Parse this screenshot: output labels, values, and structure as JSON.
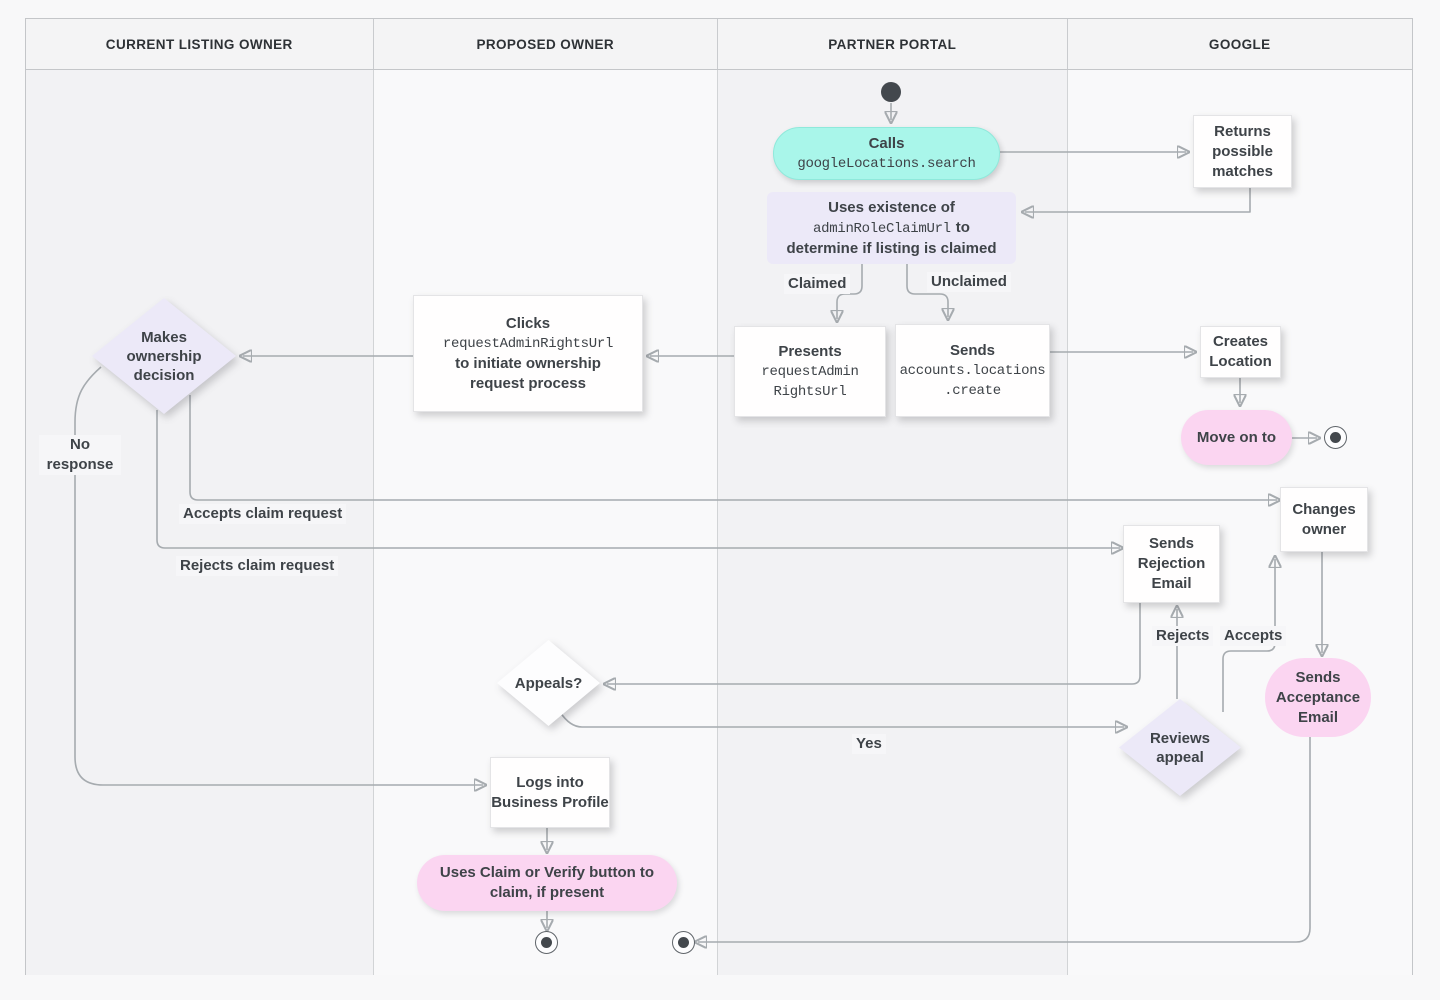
{
  "lanes": [
    {
      "label": "CURRENT LISTING OWNER"
    },
    {
      "label": "PROPOSED OWNER"
    },
    {
      "label": "PARTNER PORTAL"
    },
    {
      "label": "GOOGLE"
    }
  ],
  "colors": {
    "teal": "#a9f6ea",
    "purple": "#ece9f8",
    "pink": "#fbd5f1",
    "line": "#a6abaf",
    "arrow": "#84898e",
    "text": "#3e4348"
  },
  "nodes": {
    "calls": {
      "title": "Calls",
      "code": "googleLocations.search"
    },
    "returns": {
      "text": "Returns possible matches"
    },
    "uses": {
      "line1": "Uses existence of",
      "code": "adminRoleClaimUrl",
      "after_code": "to",
      "line3": "determine if listing is claimed"
    },
    "presents": {
      "title": "Presents",
      "code1": "requestAdmin",
      "code2": "RightsUrl"
    },
    "sends_create": {
      "title": "Sends",
      "code1": "accounts.locations",
      "code2": ".create"
    },
    "clicks": {
      "title": "Clicks",
      "code": "requestAdminRightsUrl",
      "line2": "to initiate ownership",
      "line3": "request process"
    },
    "decision": {
      "text": "Makes ownership decision"
    },
    "creates": {
      "text": "Creates Location"
    },
    "move_on": {
      "text": "Move on to"
    },
    "changes": {
      "text": "Changes owner"
    },
    "rejection": {
      "text": "Sends Rejection Email"
    },
    "acceptance": {
      "text": "Sends Acceptance Email"
    },
    "appeals": {
      "text": "Appeals?"
    },
    "reviews": {
      "text": "Reviews appeal"
    },
    "logs": {
      "text": "Logs into Business Profile"
    },
    "claim_button": {
      "text": "Uses Claim or Verify button to claim, if present"
    }
  },
  "edge_labels": {
    "claimed": "Claimed",
    "unclaimed": "Unclaimed",
    "no_response": "No response",
    "accepts_claim": "Accepts claim request",
    "rejects_claim": "Rejects claim request",
    "rejects": "Rejects",
    "accepts": "Accepts",
    "yes": "Yes"
  }
}
